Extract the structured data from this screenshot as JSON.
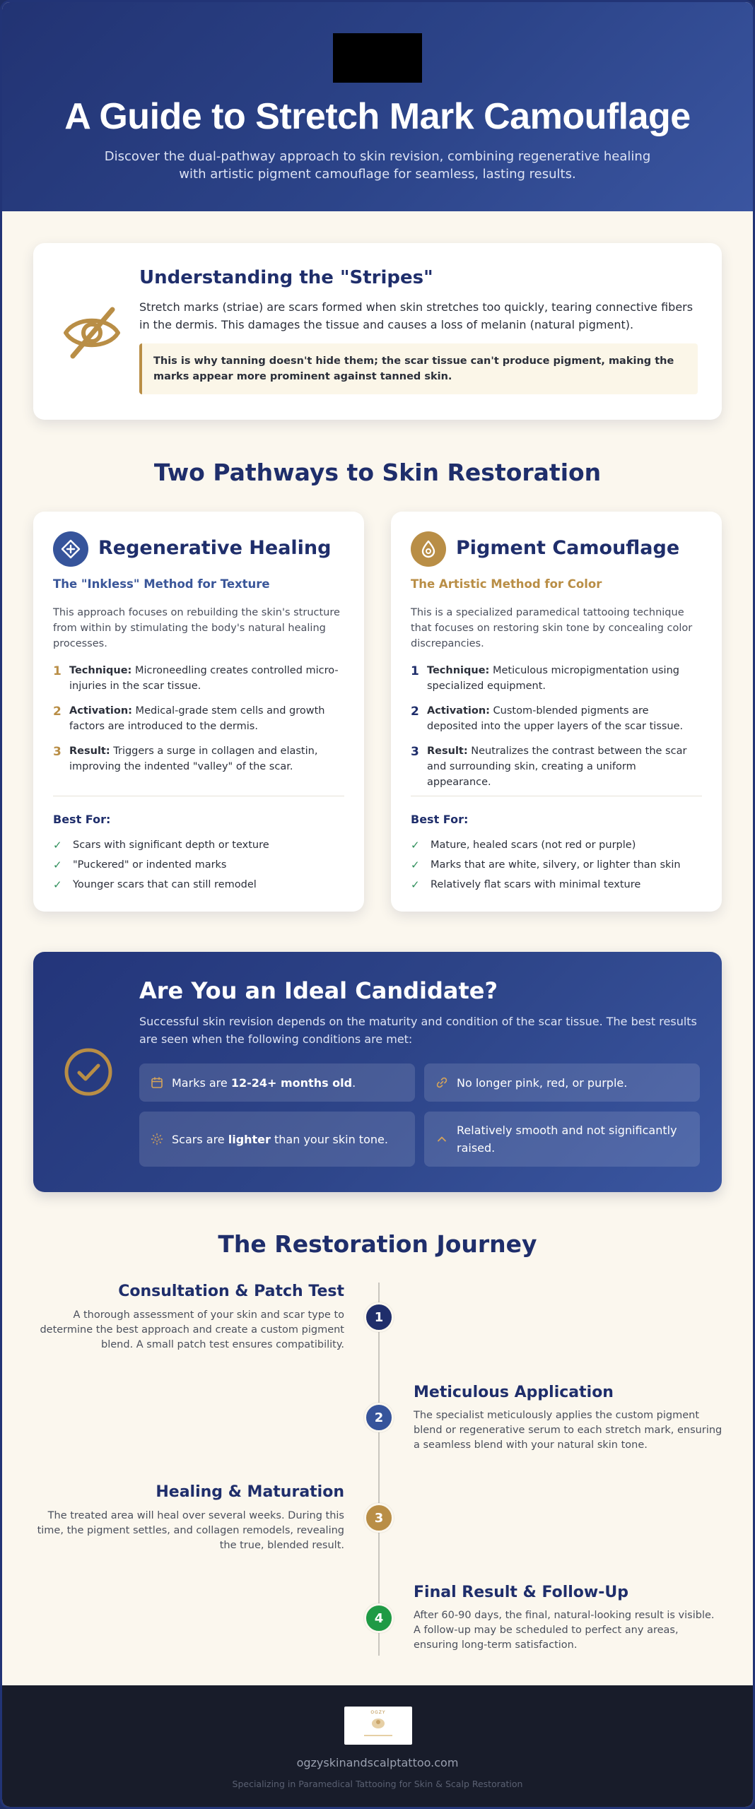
{
  "header": {
    "title": "A Guide to Stretch Mark Camouflage",
    "subtitle": "Discover the dual-pathway approach to skin revision, combining regenerative healing with artistic pigment camouflage for seamless, lasting results."
  },
  "understanding": {
    "title": "Understanding the \"Stripes\"",
    "description": "Stretch marks (striae) are scars formed when skin stretches too quickly, tearing connective fibers in the dermis. This damages the tissue and causes a loss of melanin (natural pigment).",
    "callout": "This is why tanning doesn't hide them; the scar tissue can't produce pigment, making the marks appear more prominent against tanned skin."
  },
  "pathways": {
    "title": "Two Pathways to Skin Restoration",
    "regenerative": {
      "title": "Regenerative Healing",
      "subtitle": "The \"Inkless\" Method for Texture",
      "intro": "This approach focuses on rebuilding the skin's structure from within by stimulating the body's natural healing processes.",
      "steps": [
        {
          "num": "1",
          "label": "Technique:",
          "text": " Microneedling creates controlled micro-injuries in the scar tissue."
        },
        {
          "num": "2",
          "label": "Activation:",
          "text": " Medical-grade stem cells and growth factors are introduced to the dermis."
        },
        {
          "num": "3",
          "label": "Result:",
          "text": " Triggers a surge in collagen and elastin, improving the indented \"valley\" of the scar."
        }
      ],
      "best_for_label": "Best For:",
      "best_for": [
        "Scars with significant depth or texture",
        "\"Puckered\" or indented marks",
        "Younger scars that can still remodel"
      ]
    },
    "pigment": {
      "title": "Pigment Camouflage",
      "subtitle": "The Artistic Method for Color",
      "intro": "This is a specialized paramedical tattooing technique that focuses on restoring skin tone by concealing color discrepancies.",
      "steps": [
        {
          "num": "1",
          "label": "Technique:",
          "text": " Meticulous micropigmentation using specialized equipment."
        },
        {
          "num": "2",
          "label": "Activation:",
          "text": " Custom-blended pigments are deposited into the upper layers of the scar tissue."
        },
        {
          "num": "3",
          "label": "Result:",
          "text": " Neutralizes the contrast between the scar and surrounding skin, creating a uniform appearance."
        }
      ],
      "best_for_label": "Best For:",
      "best_for": [
        "Mature, healed scars (not red or purple)",
        "Marks that are white, silvery, or lighter than skin",
        "Relatively flat scars with minimal texture"
      ]
    }
  },
  "candidate": {
    "title": "Are You an Ideal Candidate?",
    "lead": "Successful skin revision depends on the maturity and condition of the scar tissue. The best results are seen when the following conditions are met:",
    "conditions": [
      {
        "pre": "Marks are ",
        "bold": "12-24+ months old",
        "post": ".",
        "icon": "calendar-icon"
      },
      {
        "pre": "No longer pink, red, or purple.",
        "bold": "",
        "post": "",
        "icon": "link-icon"
      },
      {
        "pre": "Scars are ",
        "bold": "lighter",
        "post": " than your skin tone.",
        "icon": "sun-icon"
      },
      {
        "pre": "Relatively smooth and not significantly raised.",
        "bold": "",
        "post": "",
        "icon": "chevron-up-icon"
      }
    ]
  },
  "journey": {
    "title": "The Restoration Journey",
    "steps": [
      {
        "num": "1",
        "title": "Consultation & Patch Test",
        "desc": "A thorough assessment of your skin and scar type to determine the best approach and create a custom pigment blend. A small patch test ensures compatibility."
      },
      {
        "num": "2",
        "title": "Meticulous Application",
        "desc": "The specialist meticulously applies the custom pigment blend or regenerative serum to each stretch mark, ensuring a seamless blend with your natural skin tone."
      },
      {
        "num": "3",
        "title": "Healing & Maturation",
        "desc": "The treated area will heal over several weeks. During this time, the pigment settles, and collagen remodels, revealing the true, blended result."
      },
      {
        "num": "4",
        "title": "Final Result & Follow-Up",
        "desc": "After 60-90 days, the final, natural-looking result is visible. A follow-up may be scheduled to perfect any areas, ensuring long-term satisfaction."
      }
    ]
  },
  "footer": {
    "logo_text": "OGZY",
    "url": "ogzyskinandscalptattoo.com",
    "tagline": "Specializing in Paramedical Tattooing for Skin & Scalp Restoration"
  },
  "colors": {
    "navy": "#1f2e6b",
    "blue": "#36549b",
    "gold": "#b98e46",
    "green": "#1f9a45",
    "cream": "#fbf7ee",
    "footer": "#181c2a"
  }
}
